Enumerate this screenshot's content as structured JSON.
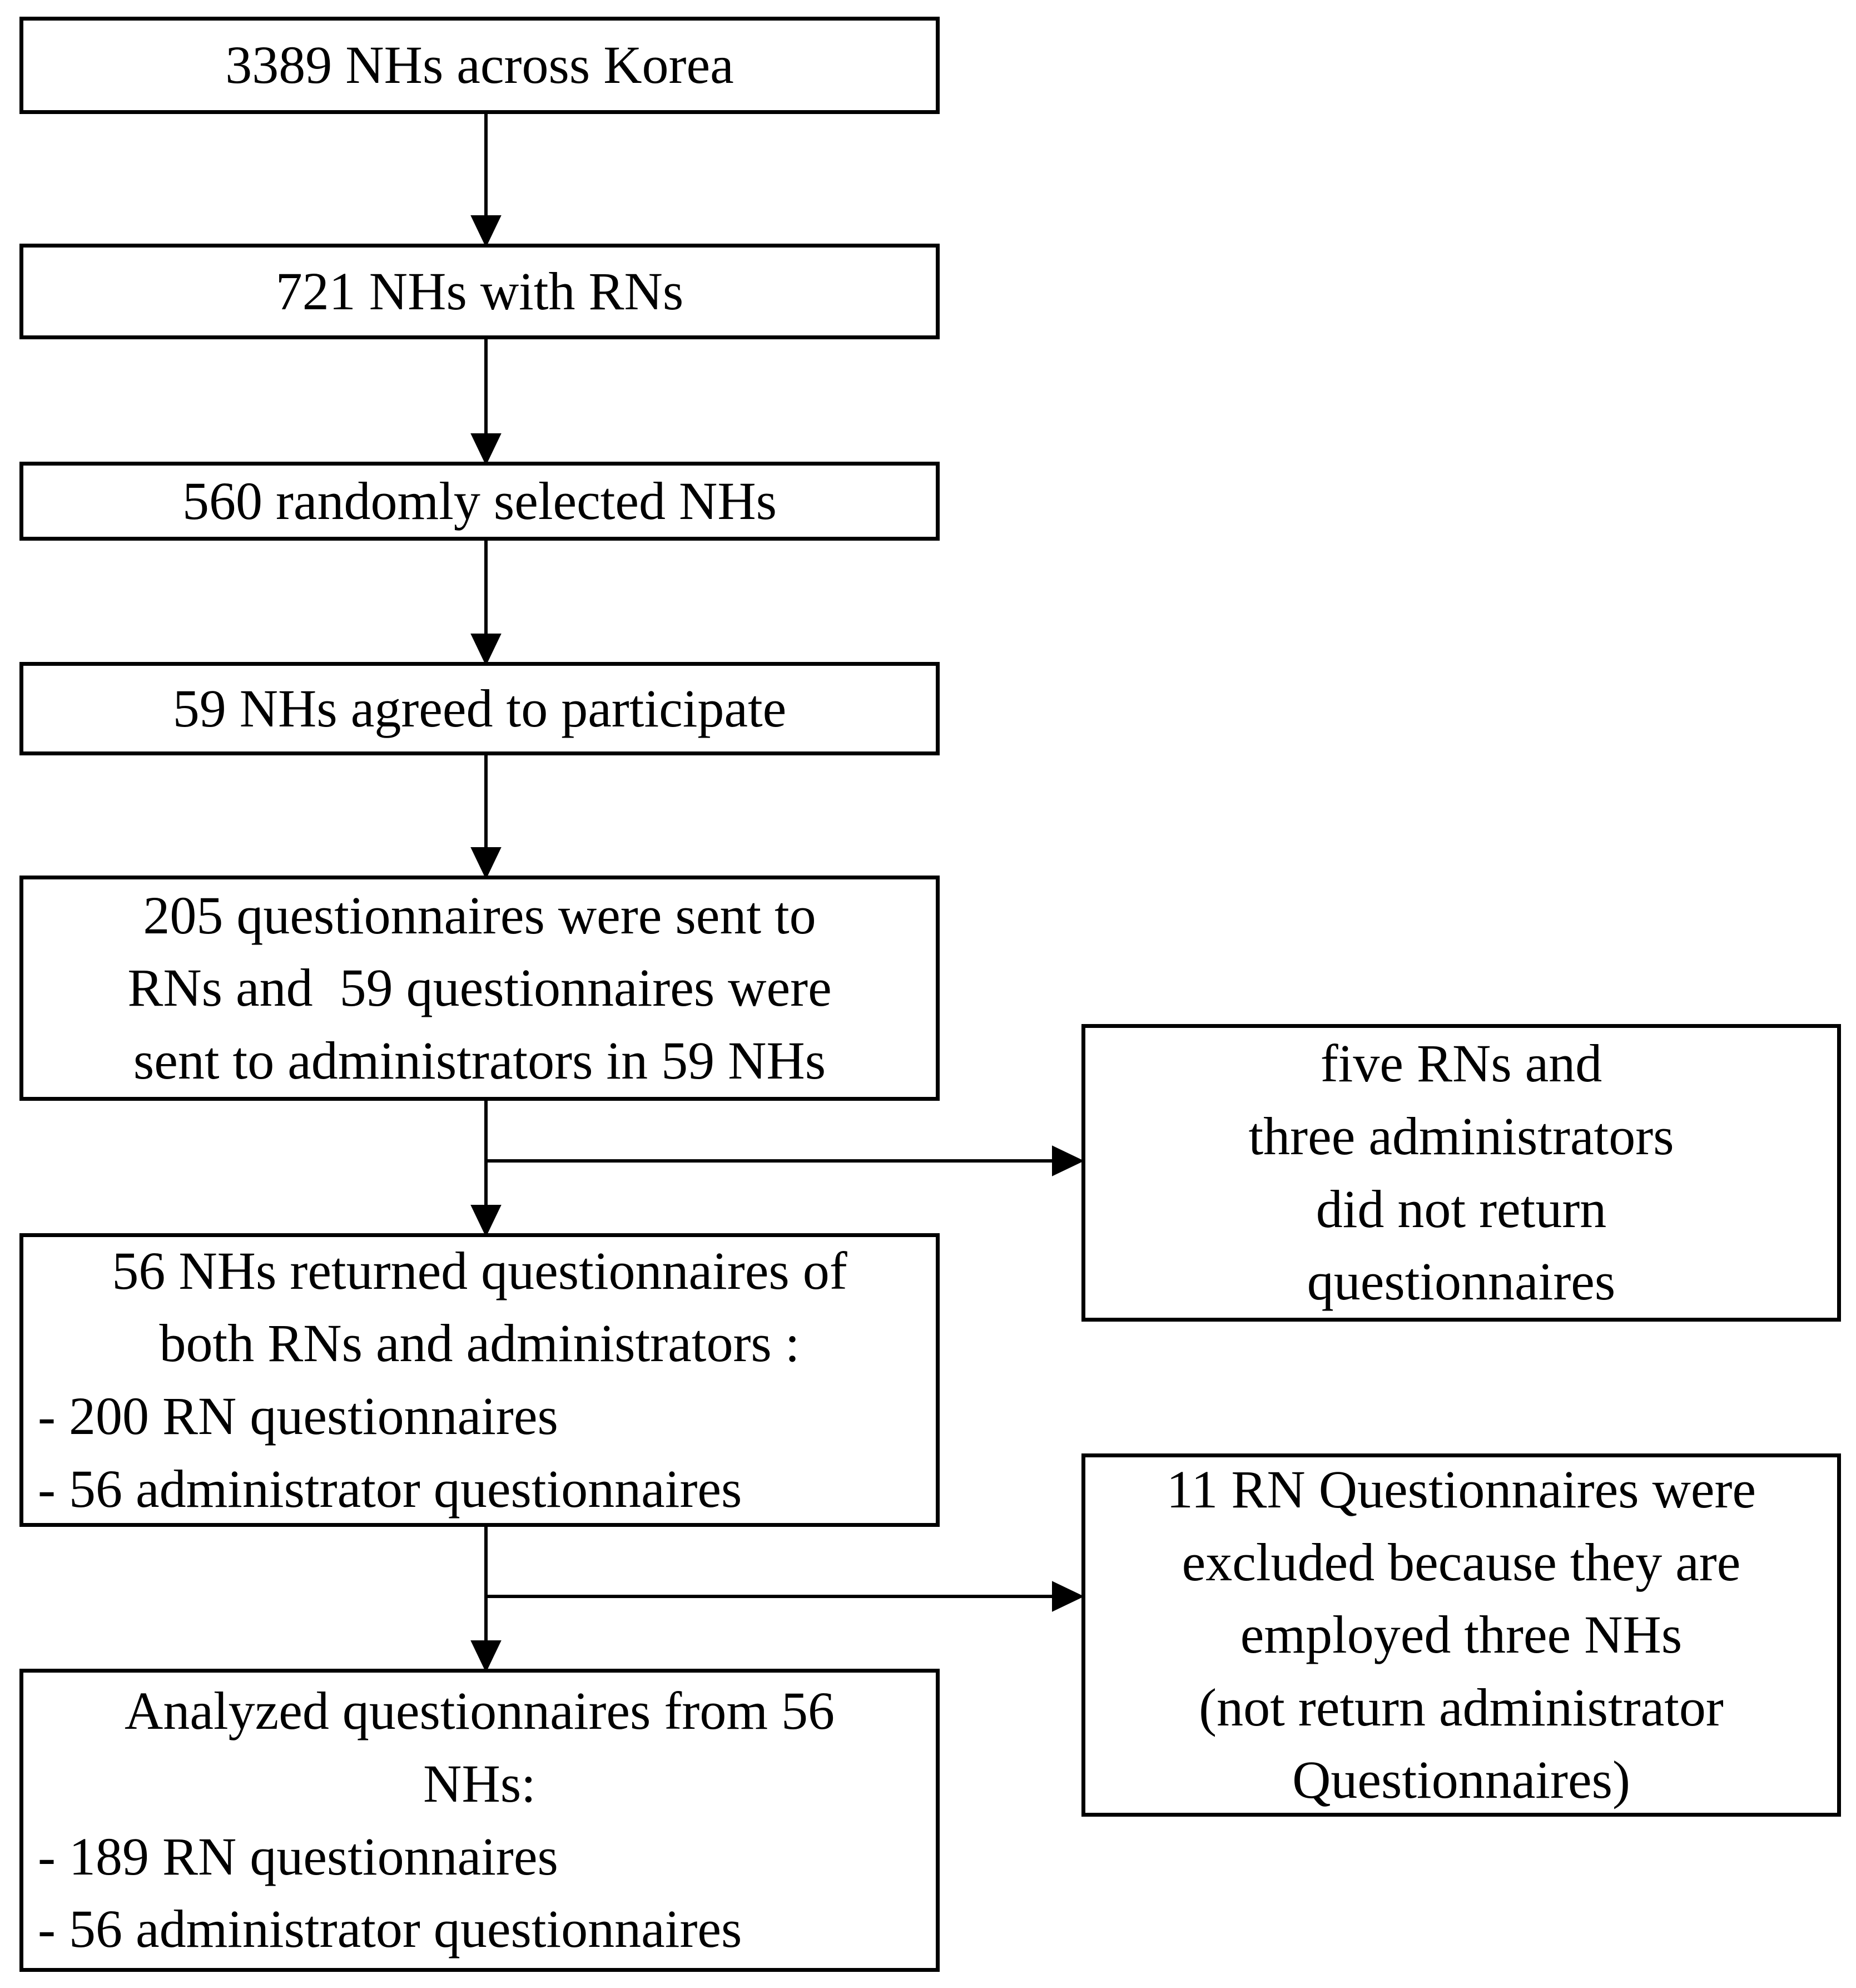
{
  "diagram": {
    "description": "Study flowchart of nursing home (NH) and registered nurse (RN) questionnaire sampling",
    "colors": {
      "background": "#ffffff",
      "border": "#000000",
      "text": "#000000",
      "connector": "#000000"
    },
    "boxes": {
      "total": {
        "lines": [
          "3389 NHs across Korea"
        ]
      },
      "with_rns": {
        "lines": [
          "721 NHs with RNs"
        ]
      },
      "random": {
        "lines": [
          "560 randomly selected NHs"
        ]
      },
      "agreed": {
        "lines": [
          "59 NHs agreed to participate"
        ]
      },
      "sent": {
        "lines": [
          "205 questionnaires were sent to",
          "RNs and  59 questionnaires were",
          "sent to administrators in 59 NHs"
        ]
      },
      "returned": {
        "lines": [
          "56 NHs returned questionnaires of",
          "both RNs and administrators :",
          "- 200 RN questionnaires",
          "- 56 administrator questionnaires"
        ]
      },
      "analyzed": {
        "lines": [
          "Analyzed questionnaires from 56",
          "NHs:",
          "- 189 RN questionnaires",
          "- 56 administrator questionnaires"
        ]
      },
      "not_returned": {
        "lines": [
          "five RNs and",
          "three administrators",
          "did not return",
          "questionnaires"
        ]
      },
      "excluded": {
        "lines": [
          "11 RN Questionnaires were",
          "excluded because they are",
          "employed three NHs",
          "(not return administrator",
          "Questionnaires)"
        ]
      }
    }
  }
}
